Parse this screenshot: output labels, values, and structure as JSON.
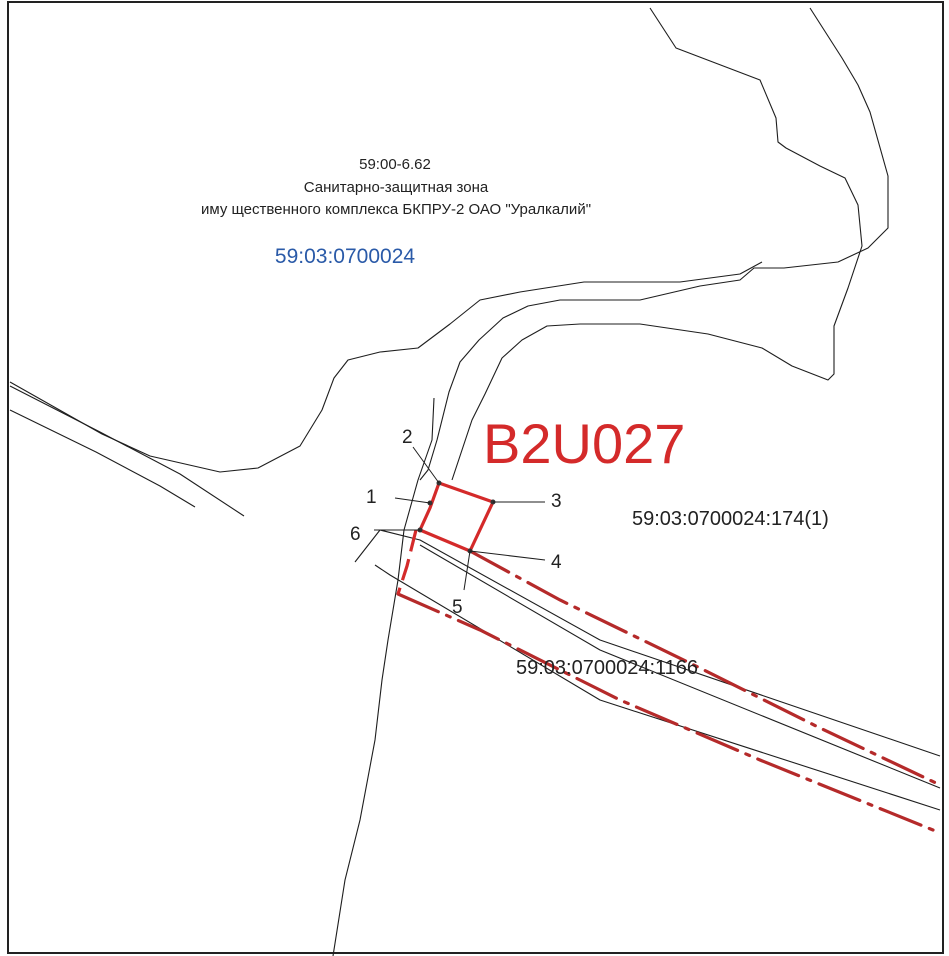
{
  "zone": {
    "code": "59:00-6.62",
    "name": "Санитарно-защитная зона",
    "description": "иму щественного комплекса БКПРУ-2 ОАО \"Уралкалий\""
  },
  "quarter_number": "59:03:0700024",
  "object_code": "B2U027",
  "parcels": {
    "main": "59:03:0700024:174(1)",
    "road": "59:03:0700024:1166"
  },
  "points": [
    "1",
    "2",
    "3",
    "4",
    "5",
    "6"
  ],
  "colors": {
    "quarter_label": "#2a5aa8",
    "object_code": "#d42a2a",
    "parcel_boundary": "#d42a2a",
    "dashed_boundary": "#b52a2a",
    "contour": "#1e1e1e"
  }
}
